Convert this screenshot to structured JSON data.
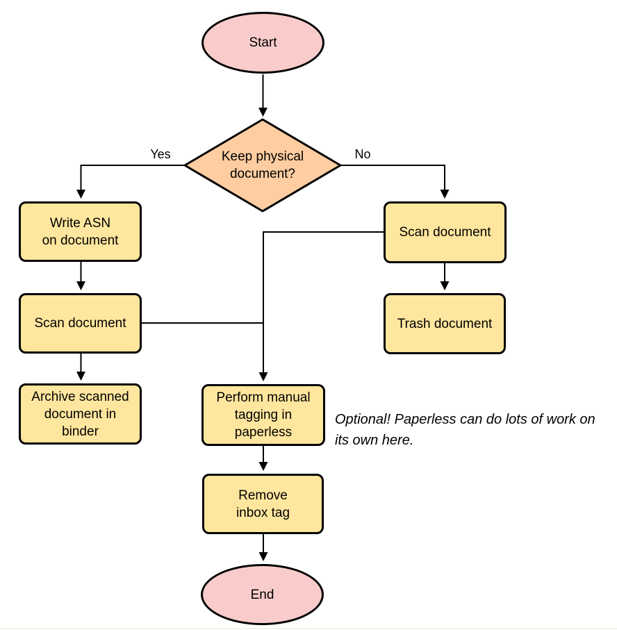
{
  "colors": {
    "terminal_fill": "#F9CCCB",
    "decision_fill": "#FECDA1",
    "process_fill": "#FFE69E",
    "stroke": "#000000",
    "edge_color": "#000000",
    "background": "#FFFFFF",
    "page_edge": "#F4F3EA"
  },
  "flowchart": {
    "nodes": {
      "start": {
        "type": "terminal",
        "label": "Start"
      },
      "decision": {
        "type": "decision",
        "label": "Keep physical\ndocument?"
      },
      "write_asn": {
        "type": "process",
        "label": "Write ASN\non document"
      },
      "scan_left": {
        "type": "process",
        "label": "Scan document"
      },
      "archive": {
        "type": "process",
        "label": "Archive scanned\ndocument in\nbinder"
      },
      "scan_right": {
        "type": "process",
        "label": "Scan document"
      },
      "trash": {
        "type": "process",
        "label": "Trash document"
      },
      "tagging": {
        "type": "process",
        "label": "Perform manual\ntagging in\npaperless"
      },
      "remove_inbox": {
        "type": "process",
        "label": "Remove\ninbox tag"
      },
      "end": {
        "type": "terminal",
        "label": "End"
      }
    },
    "edge_labels": {
      "yes": "Yes",
      "no": "No"
    },
    "annotation": "Optional! Paperless can do lots of work on\nits own here."
  }
}
